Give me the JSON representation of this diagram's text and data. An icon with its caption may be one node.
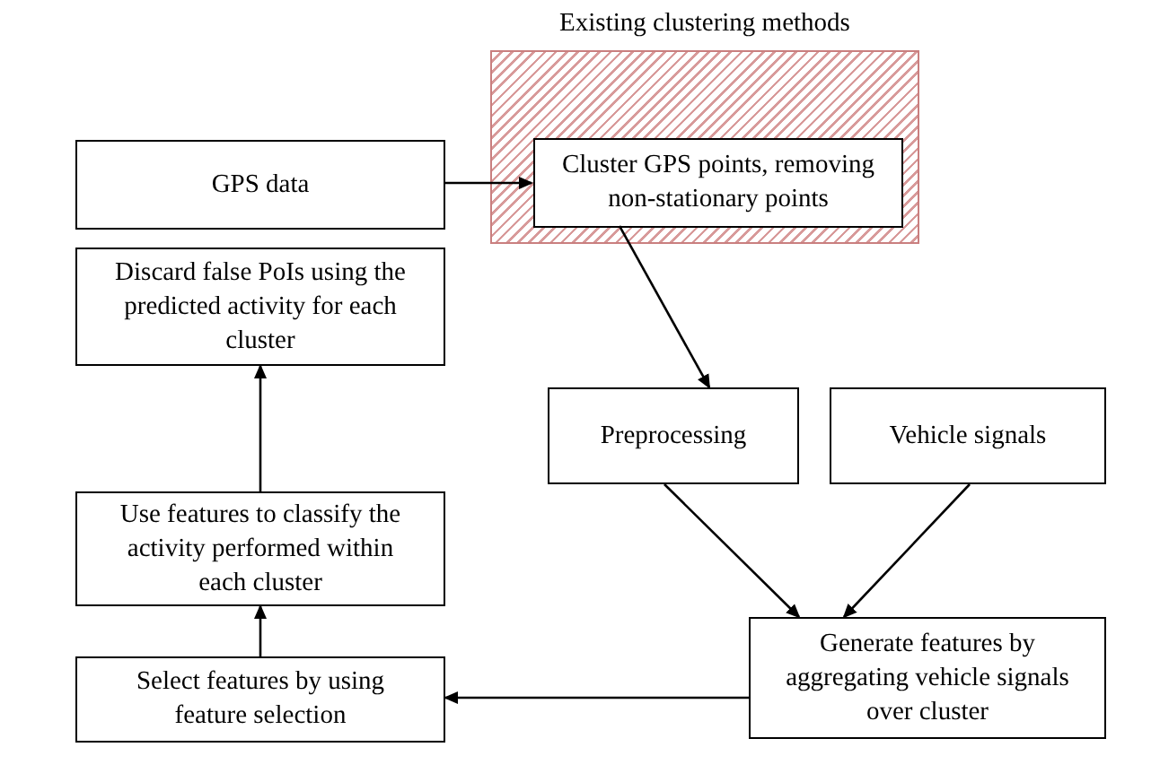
{
  "diagram": {
    "nodes": [
      {
        "text": [
          "Existing clustering methods"
        ]
      },
      {
        "text": [
          "Cluster GPS points, removing non-stationary points"
        ],
        "in": 0
      },
      {
        "text": [
          "GPS data"
        ]
      },
      {
        "text": [
          "Discard false PoIs using the predicted activity for each cluster"
        ]
      },
      {
        "text": [
          "Use features to classify the activity performed within each cluster"
        ]
      },
      {
        "text": [
          "Select features by using feature selection"
        ]
      },
      {
        "text": [
          "Preprocessing"
        ]
      },
      {
        "text": [
          "Vehicle signals"
        ]
      },
      {
        "text": [
          "Generate features by aggregating vehicle signals over cluster"
        ]
      }
    ],
    "edges": [
      {
        "from": 2,
        "to": 1,
        "arrow": "to"
      },
      {
        "from": 1,
        "to": 6,
        "arrow": "to"
      },
      {
        "from": 6,
        "to": 8,
        "arrow": "to"
      },
      {
        "from": 7,
        "to": 8,
        "arrow": "to"
      },
      {
        "from": 8,
        "to": 5,
        "arrow": "to"
      },
      {
        "from": 5,
        "to": 4,
        "arrow": "to"
      },
      {
        "from": 4,
        "to": 3,
        "arrow": "to"
      }
    ]
  }
}
